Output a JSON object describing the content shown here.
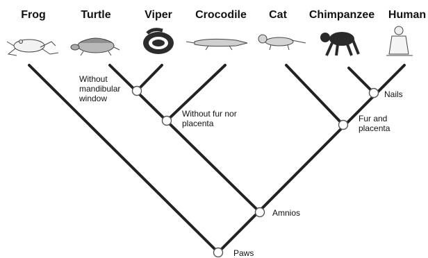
{
  "taxa": {
    "frog": "Frog",
    "turtle": "Turtle",
    "viper": "Viper",
    "crocodile": "Crocodile",
    "cat": "Cat",
    "chimpanzee": "Chimpanzee",
    "human": "Human"
  },
  "traits": {
    "without_mandibular_window": "Without mandibular window",
    "without_fur": "Without fur nor placenta",
    "nails": "Nails",
    "fur_placenta": "Fur and placenta",
    "amnios": "Amnios",
    "paws": "Paws"
  },
  "icons": [
    "frog-icon",
    "turtle-icon",
    "viper-icon",
    "crocodile-icon",
    "cat-icon",
    "chimpanzee-icon",
    "human-icon"
  ]
}
